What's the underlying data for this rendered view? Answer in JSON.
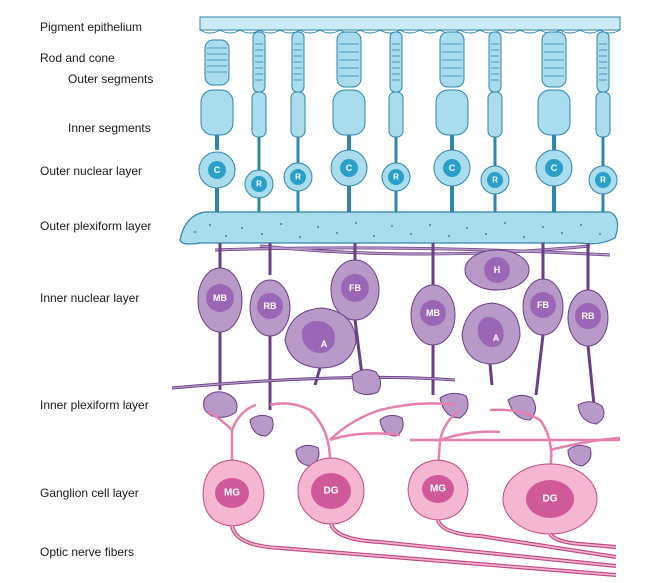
{
  "labels": {
    "pigment_epithelium": "Pigment epithelium",
    "rod_and_cone": "Rod and cone",
    "outer_segments": "Outer segments",
    "inner_segments": "Inner segments",
    "outer_nuclear_layer": "Outer nuclear layer",
    "outer_plexiform_layer": "Outer plexiform layer",
    "inner_nuclear_layer": "Inner nuclear layer",
    "inner_plexiform_layer": "Inner plexiform layer",
    "ganglion_cell_layer": "Ganglion cell layer",
    "optic_nerve_fibers": "Optic nerve fibers"
  },
  "cells": {
    "cone": "C",
    "rod": "R",
    "horizontal": "H",
    "midget_bipolar": "MB",
    "rod_bipolar": "RB",
    "flat_bipolar": "FB",
    "amacrine": "A",
    "midget_ganglion": "MG",
    "diffuse_ganglion": "DG"
  },
  "colors": {
    "photoreceptor_fill": "#a9dcec",
    "photoreceptor_stroke": "#2f86ad",
    "photoreceptor_nucleus": "#2a9fc9",
    "epithelium": "#cdebf4",
    "inner_nuclear_fill": "#b89ac8",
    "inner_nuclear_stroke": "#6a3f88",
    "inner_nuclear_nucleus": "#9a66b5",
    "ganglion_fill": "#f5b6d2",
    "ganglion_stroke": "#c44a86",
    "ganglion_nucleus": "#d0599a"
  }
}
